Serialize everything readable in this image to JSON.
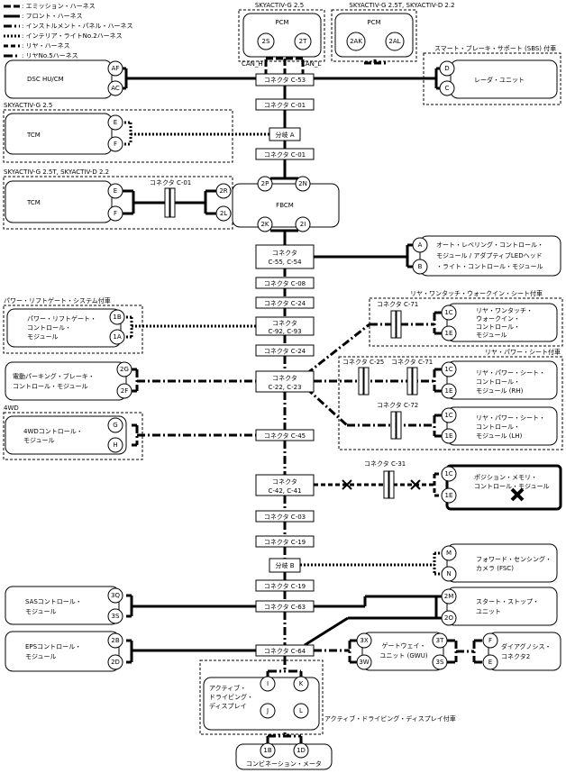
{
  "legend": [
    {
      "label": ": エミッション・ハーネス"
    },
    {
      "label": ": フロント・ハーネス"
    },
    {
      "label": ": インストルメント・パネル・ハーネス"
    },
    {
      "label": ": インテリア・ライトNo.2ハーネス"
    },
    {
      "label": ": リヤ・ハーネス"
    },
    {
      "label": ": リヤNo.5ハーネス"
    }
  ],
  "groups": {
    "skyg25_top": "SKYACTIV-G 2.5",
    "skyg25t_top": "SKYACTIV-G 2.5T, SKYACTIV-D 2.2",
    "sbs": "スマート・ブレーキ・サポート (SBS) 付車",
    "skyg25_tcm": "SKYACTIV-G 2.5",
    "skyg25t_tcm": "SKYACTIV-G 2.5T, SKYACTIV-D 2.2",
    "liftgate": "パワー・リフトゲート・システム付車",
    "rear_walkin": "リヤ・ワンタッチ・ウォークイン・シート付車",
    "rear_power": "リヤ・パワー・シート付車",
    "fwd4": "4WD",
    "active_disp": "アクティブ・ドライビング・ディスプレイ付車"
  },
  "modules": {
    "pcm1": "PCM",
    "pcm2": "PCM",
    "dsc": "DSC HU/CM",
    "radar": "レーダ・ユニット",
    "tcm1": "TCM",
    "tcm2": "TCM",
    "fbcm": "FBCM",
    "auto_level": [
      "オート・レベリング・コントロール・",
      "モジュール / アダプティブLEDヘッド",
      "・ライト・コントロール・モジュール"
    ],
    "liftgate": [
      "パワー・リフトゲート・",
      "コントロール・",
      "モジュール"
    ],
    "walkin": [
      "リヤ・ワンタッチ・",
      "ウォークイン・",
      "コントロール・",
      "モジュール"
    ],
    "epb": [
      "電動パーキング・ブレーキ・",
      "コントロール・モジュール"
    ],
    "rps_rh": [
      "リヤ・パワー・シート・",
      "コントロール・",
      "モジュール (RH)"
    ],
    "rps_lh": [
      "リヤ・パワー・シート・",
      "コントロール・",
      "モジュール (LH)"
    ],
    "fwd4": [
      "4WDコントロール・",
      "モジュール"
    ],
    "pos_mem": [
      "ポジション・メモリ・",
      "コントロール・モジュール"
    ],
    "fsc": [
      "フォワード・センシング・",
      "カメラ (FSC)"
    ],
    "sas": [
      "SASコントロール・",
      "モジュール"
    ],
    "start_stop": [
      "スタート・ストップ・",
      "ユニット"
    ],
    "eps": [
      "EPSコントロール・",
      "モジュール"
    ],
    "gwu": [
      "ゲートウェイ・",
      "ユニット (GWU)"
    ],
    "diag": [
      "ダイアグノシス・",
      "コネクタ2"
    ],
    "add": [
      "アクティブ・",
      "ドライビング・",
      "ディスプレイ"
    ],
    "meter": "コンビネーション・メータ"
  },
  "connectors": {
    "c53": "コネクタ C-53",
    "c01a": "コネクタ C-01",
    "branch_a": "分岐 A",
    "c01b": "コネクタ C-01",
    "c01_tcm": "コネクタ C-01",
    "c55": [
      "コネクタ",
      "C-55, C-54"
    ],
    "c08": "コネクタ C-08",
    "c24a": "コネクタ C-24",
    "c92": [
      "コネクタ",
      "C-92, C-93"
    ],
    "c24b": "コネクタ C-24",
    "c22": [
      "コネクタ",
      "C-22, C-23"
    ],
    "c71a": "コネクタ C-71",
    "c25": "コネクタ C-25",
    "c71b": "コネクタ C-71",
    "c72": "コネクタ C-72",
    "c45": "コネクタ C-45",
    "c31": "コネクタ C-31",
    "c42": [
      "コネクタ",
      "C-42, C-41"
    ],
    "c03": "コネクタ C-03",
    "c19a": "コネクタ C-19",
    "branch_b": "分岐 B",
    "c19b": "コネクタ C-19",
    "c63": "コネクタ C-63",
    "c64": "コネクタ C-64"
  },
  "signals": {
    "can_h": "CAN_H",
    "can_l": "CAN_L"
  },
  "pins": {
    "pcm1_a": "2S",
    "pcm1_b": "2T",
    "pcm2_a": "2AK",
    "pcm2_b": "2AL",
    "dsc_a": "AF",
    "dsc_b": "AC",
    "radar_a": "D",
    "radar_b": "C",
    "tcm1_a": "E",
    "tcm1_b": "F",
    "tcm2_a": "E",
    "tcm2_b": "F",
    "tcm2_c": "2R",
    "tcm2_d": "2L",
    "fbcm_a": "2P",
    "fbcm_b": "2N",
    "fbcm_c": "2K",
    "fbcm_d": "2I",
    "al_a": "A",
    "al_b": "B",
    "lg_a": "1B",
    "lg_b": "1A",
    "wi_a": "1C",
    "wi_b": "1E",
    "epb_a": "2G",
    "epb_b": "2F",
    "rh_a": "1C",
    "rh_b": "1E",
    "lh_a": "1C",
    "lh_b": "1E",
    "awd_a": "G",
    "awd_b": "H",
    "pm_a": "1C",
    "pm_b": "1E",
    "fsc_a": "M",
    "fsc_b": "N",
    "sas_a": "3Q",
    "sas_b": "3S",
    "ss_a": "2M",
    "ss_b": "2O",
    "eps_a": "2B",
    "eps_b": "2D",
    "gw_a": "3X",
    "gw_b": "3W",
    "gw_c": "3T",
    "gw_d": "3S",
    "dg_a": "F",
    "dg_b": "E",
    "add_a": "I",
    "add_b": "K",
    "add_c": "J",
    "add_d": "L",
    "m_a": "1B",
    "m_b": "1D"
  }
}
